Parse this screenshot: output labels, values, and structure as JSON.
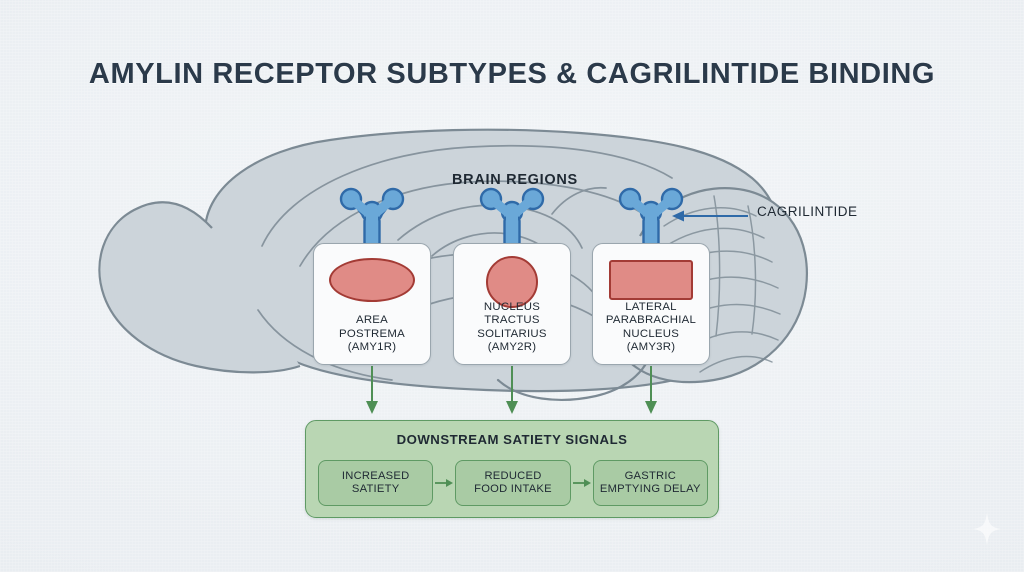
{
  "page": {
    "title": "AMYLIN RECEPTOR SUBTYPES & CAGRILINTIDE BINDING",
    "background_color": "#eef1f4",
    "title_color": "#2b3a4a"
  },
  "diagram": {
    "brain_label": "BRAIN REGIONS",
    "annotation": {
      "label": "CAGRILINTIDE",
      "arrow_direction": "left",
      "arrow_color": "#2f6aa8",
      "points_to": "lateral-parabrachial-receptor"
    },
    "brain": {
      "fill_color": "#ccd4da",
      "stroke_color": "#7c8a94",
      "view": "sagittal-section"
    },
    "receptor": {
      "icon": "y-shaped-receptor-icon",
      "fill_color": "#6aa8d8",
      "stroke_color": "#2f6aa8"
    },
    "regions": [
      {
        "name": "AREA\nPOSTREMA\n(AMY1R)",
        "subtype": "AMY1R",
        "shape": "ellipse",
        "shape_fill": "#e08b86",
        "shape_stroke": "#a33b35"
      },
      {
        "name": "NUCLEUS\nTRACTUS\nSOLITARIUS\n(AMY2R)",
        "subtype": "AMY2R",
        "shape": "circle",
        "shape_fill": "#e08b86",
        "shape_stroke": "#a33b35"
      },
      {
        "name": "LATERAL\nPARABRACHIAL\nNUCLEUS\n(AMY3R)",
        "subtype": "AMY3R",
        "shape": "rect",
        "shape_fill": "#e08b86",
        "shape_stroke": "#a33b35"
      }
    ],
    "flow_arrow_color": "#4f8f55"
  },
  "downstream": {
    "title": "DOWNSTREAM SATIETY SIGNALS",
    "panel_fill": "#b9d6b3",
    "panel_stroke": "#5f9a64",
    "steps": [
      {
        "label": "INCREASED\nSATIETY"
      },
      {
        "label": "REDUCED\nFOOD INTAKE"
      },
      {
        "label": "GASTRIC\nEMPTYING DELAY"
      }
    ]
  },
  "watermark": {
    "icon": "sparkle-icon",
    "color": "#ffffff"
  }
}
